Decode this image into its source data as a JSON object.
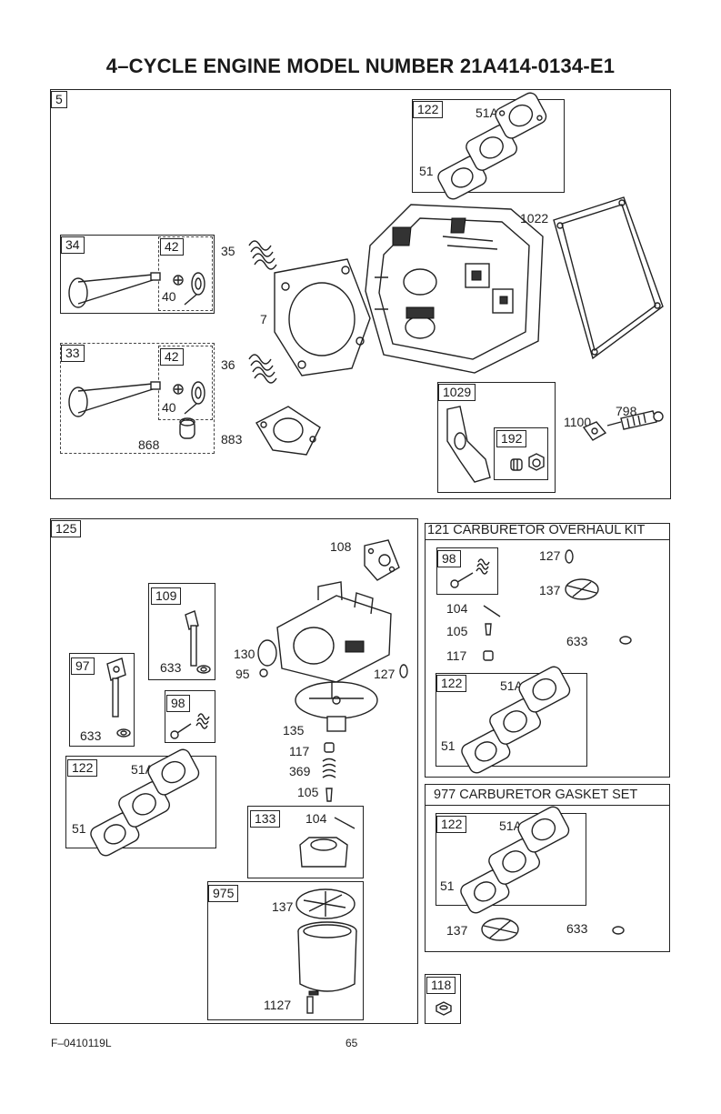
{
  "page": {
    "title": "4–CYCLE ENGINE MODEL NUMBER 21A414-0134-E1",
    "footer_code": "F–0410119L",
    "page_number": "65"
  },
  "head_section": {
    "ref": "5",
    "gasket_set": {
      "ref": "122",
      "parts": [
        "51A",
        "51"
      ]
    },
    "intake_valve": {
      "ref": "34",
      "keeper_ref": "42",
      "retainer": "40"
    },
    "exhaust_valve": {
      "ref": "33",
      "keeper_ref": "42",
      "retainer": "40",
      "rotator": "868"
    },
    "springs": [
      "35",
      "36"
    ],
    "head_gasket": "7",
    "exhaust_gasket": "883",
    "cover_gasket": "1022",
    "rocker": {
      "ref": "1029",
      "nut_ref": "192"
    },
    "breather": [
      "1100",
      "798"
    ]
  },
  "carb_section": {
    "ref": "125",
    "parts": {
      "gasket_top": "108",
      "throttle_shaft": {
        "ref": "109",
        "seal": "633"
      },
      "choke_shaft": {
        "ref": "97",
        "seal": "633"
      },
      "screw_set": {
        "ref": "98"
      },
      "gasket_set": {
        "ref": "122",
        "parts": [
          "51A",
          "51"
        ]
      },
      "plug": "130",
      "screw": "95",
      "seal": "127",
      "nozzle": "135",
      "jet": "117",
      "spring": "369",
      "needle": "105",
      "float": {
        "ref": "133",
        "pin": "104"
      },
      "bowl": {
        "ref": "975",
        "diaphragm": "137",
        "screw": "1127"
      }
    }
  },
  "overhaul_kit": {
    "title": "121 CARBURETOR OVERHAUL KIT",
    "screw_set": "98",
    "parts": [
      "127",
      "137",
      "104",
      "105",
      "633",
      "117"
    ],
    "gasket_set": {
      "ref": "122",
      "parts": [
        "51A",
        "51"
      ]
    }
  },
  "gasket_kit": {
    "title": "977 CARBURETOR GASKET SET",
    "gasket_set": {
      "ref": "122",
      "parts": [
        "51A",
        "51"
      ]
    },
    "parts": [
      "137",
      "633"
    ]
  },
  "single_part": {
    "ref": "118"
  }
}
